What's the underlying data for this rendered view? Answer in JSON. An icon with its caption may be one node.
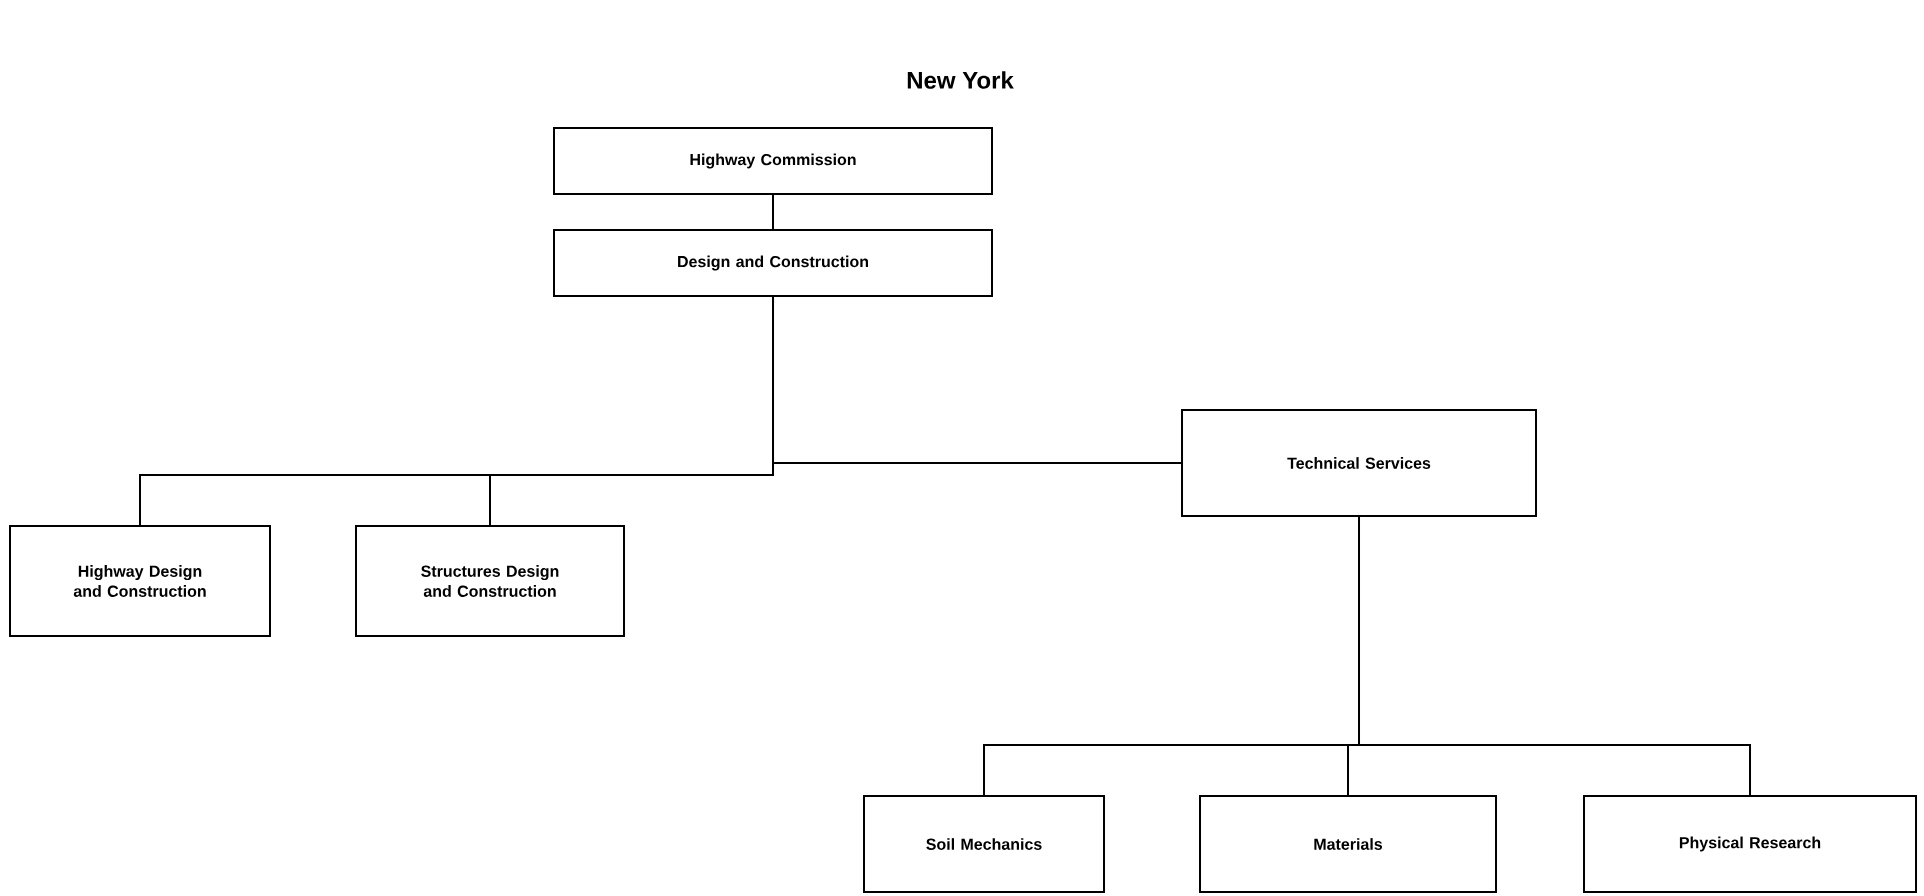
{
  "diagram": {
    "title": "New York",
    "nodes": [
      {
        "text": [
          "Highway Commission"
        ]
      },
      {
        "text": [
          "Design and Construction"
        ]
      },
      {
        "text": [
          "Highway Design and Construction"
        ]
      },
      {
        "text": [
          "Structures Design and Construction"
        ]
      },
      {
        "text": [
          "Technical Services"
        ]
      },
      {
        "text": [
          "Soil Mechanics"
        ]
      },
      {
        "text": [
          "Materials"
        ]
      },
      {
        "text": [
          "Physical Research"
        ]
      }
    ],
    "edges": [
      {
        "from": 0,
        "to": 1,
        "arrow": "none"
      },
      {
        "from": 1,
        "to": 2,
        "arrow": "none"
      },
      {
        "from": 1,
        "to": 3,
        "arrow": "none"
      },
      {
        "from": 1,
        "to": 4,
        "arrow": "none"
      },
      {
        "from": 4,
        "to": 5,
        "arrow": "none"
      },
      {
        "from": 4,
        "to": 6,
        "arrow": "none"
      },
      {
        "from": 4,
        "to": 7,
        "arrow": "none"
      }
    ]
  }
}
